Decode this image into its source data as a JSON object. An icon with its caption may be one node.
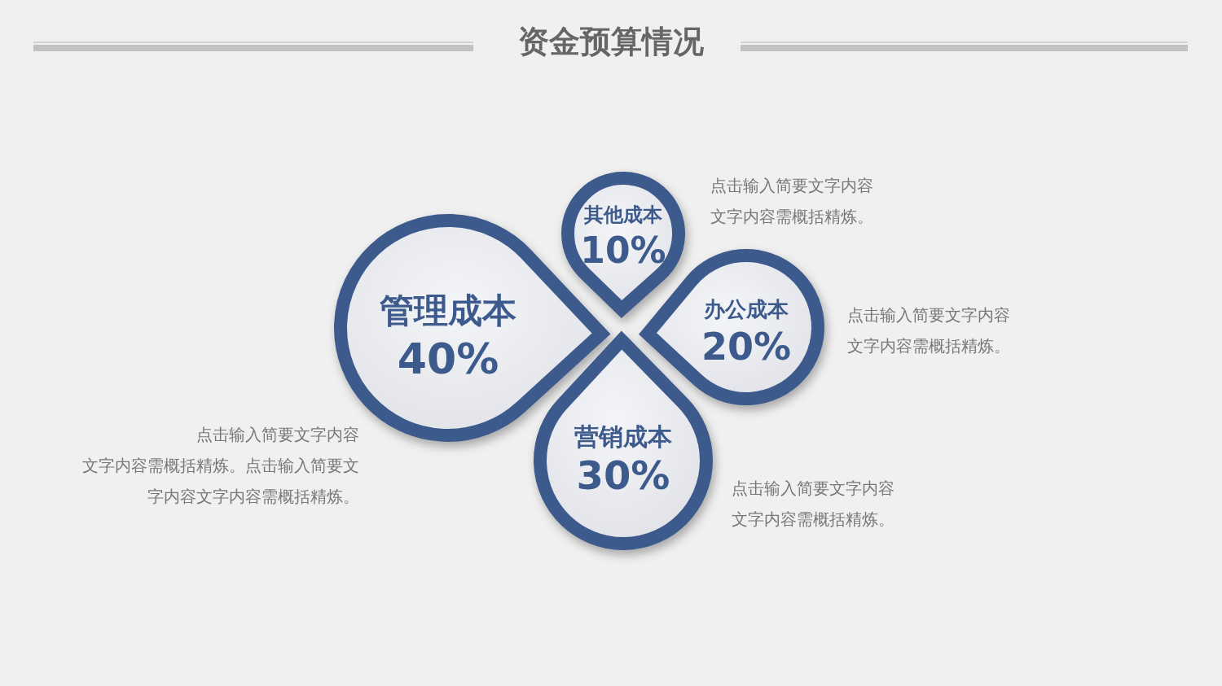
{
  "diagram": {
    "title": "资金预算情况",
    "nodes": [
      {
        "text": [
          "其他成本",
          "10%"
        ],
        "beside": [
          "点击输入简要文字内容文字内容需概括精炼。"
        ]
      },
      {
        "text": [
          "管理成本",
          "40%"
        ],
        "beside": [
          "点击输入简要文字内容文字内容需概括精炼。点击输入简要文字内容文字内容需概括精炼。"
        ]
      },
      {
        "text": [
          "办公成本",
          "20%"
        ],
        "beside": [
          "点击输入简要文字内容文字内容需概括精炼。"
        ]
      },
      {
        "text": [
          "营销成本",
          "30%"
        ],
        "beside": [
          "点击输入简要文字内容文字内容需概括精炼。"
        ]
      }
    ]
  }
}
